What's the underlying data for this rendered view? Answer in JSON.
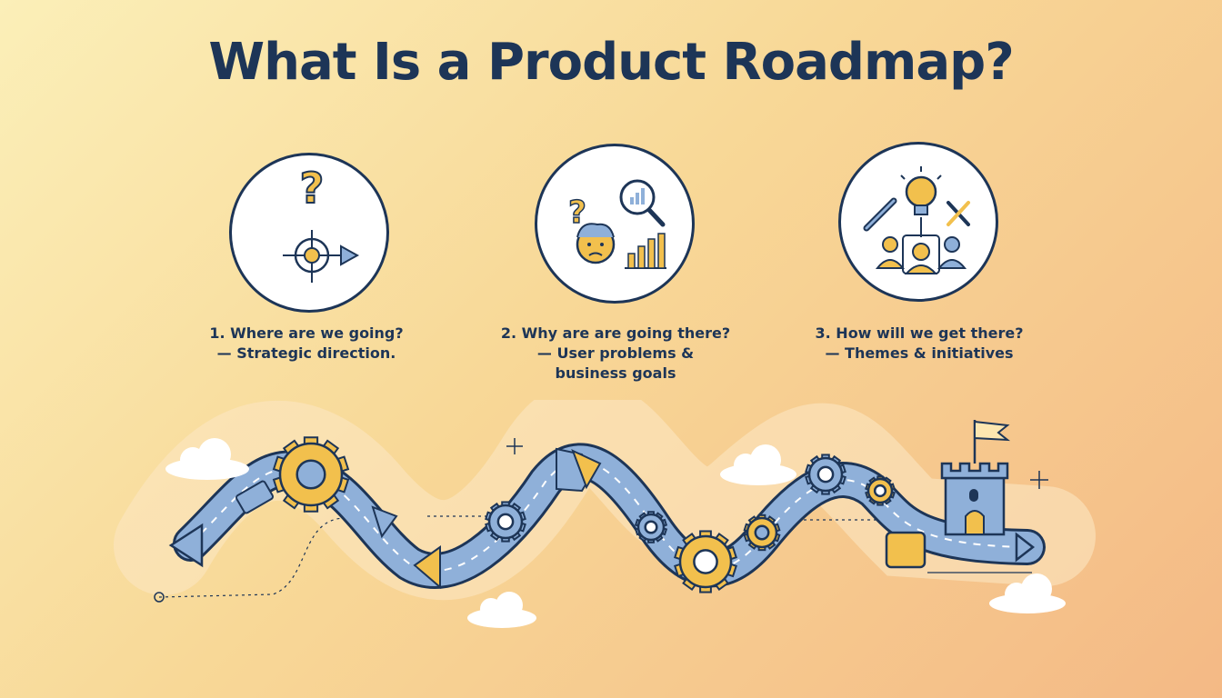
{
  "title": "What Is a Product Roadmap?",
  "colors": {
    "navy": "#1d3557",
    "road_blue": "#8fb0d9",
    "accent_yellow": "#f2c04d",
    "background_start": "#fbefb8",
    "background_end": "#f4b985"
  },
  "steps": [
    {
      "icon": "compass-target-icon",
      "line1": "1. Where are we going?",
      "line2": "— Strategic direction.",
      "line3": ""
    },
    {
      "icon": "confused-user-analytics-icon",
      "line1": "2. Why are are going there?",
      "line2": "— User problems &",
      "line3": "business goals"
    },
    {
      "icon": "idea-team-tools-icon",
      "line1": "3. How will we get there?",
      "line2": "— Themes & initiatives",
      "line3": ""
    }
  ],
  "roadmap": {
    "icons": [
      "road-path",
      "gear-icon",
      "arrow-icon",
      "castle-icon",
      "flag-icon",
      "cloud-icon",
      "sparkle-icon"
    ]
  }
}
